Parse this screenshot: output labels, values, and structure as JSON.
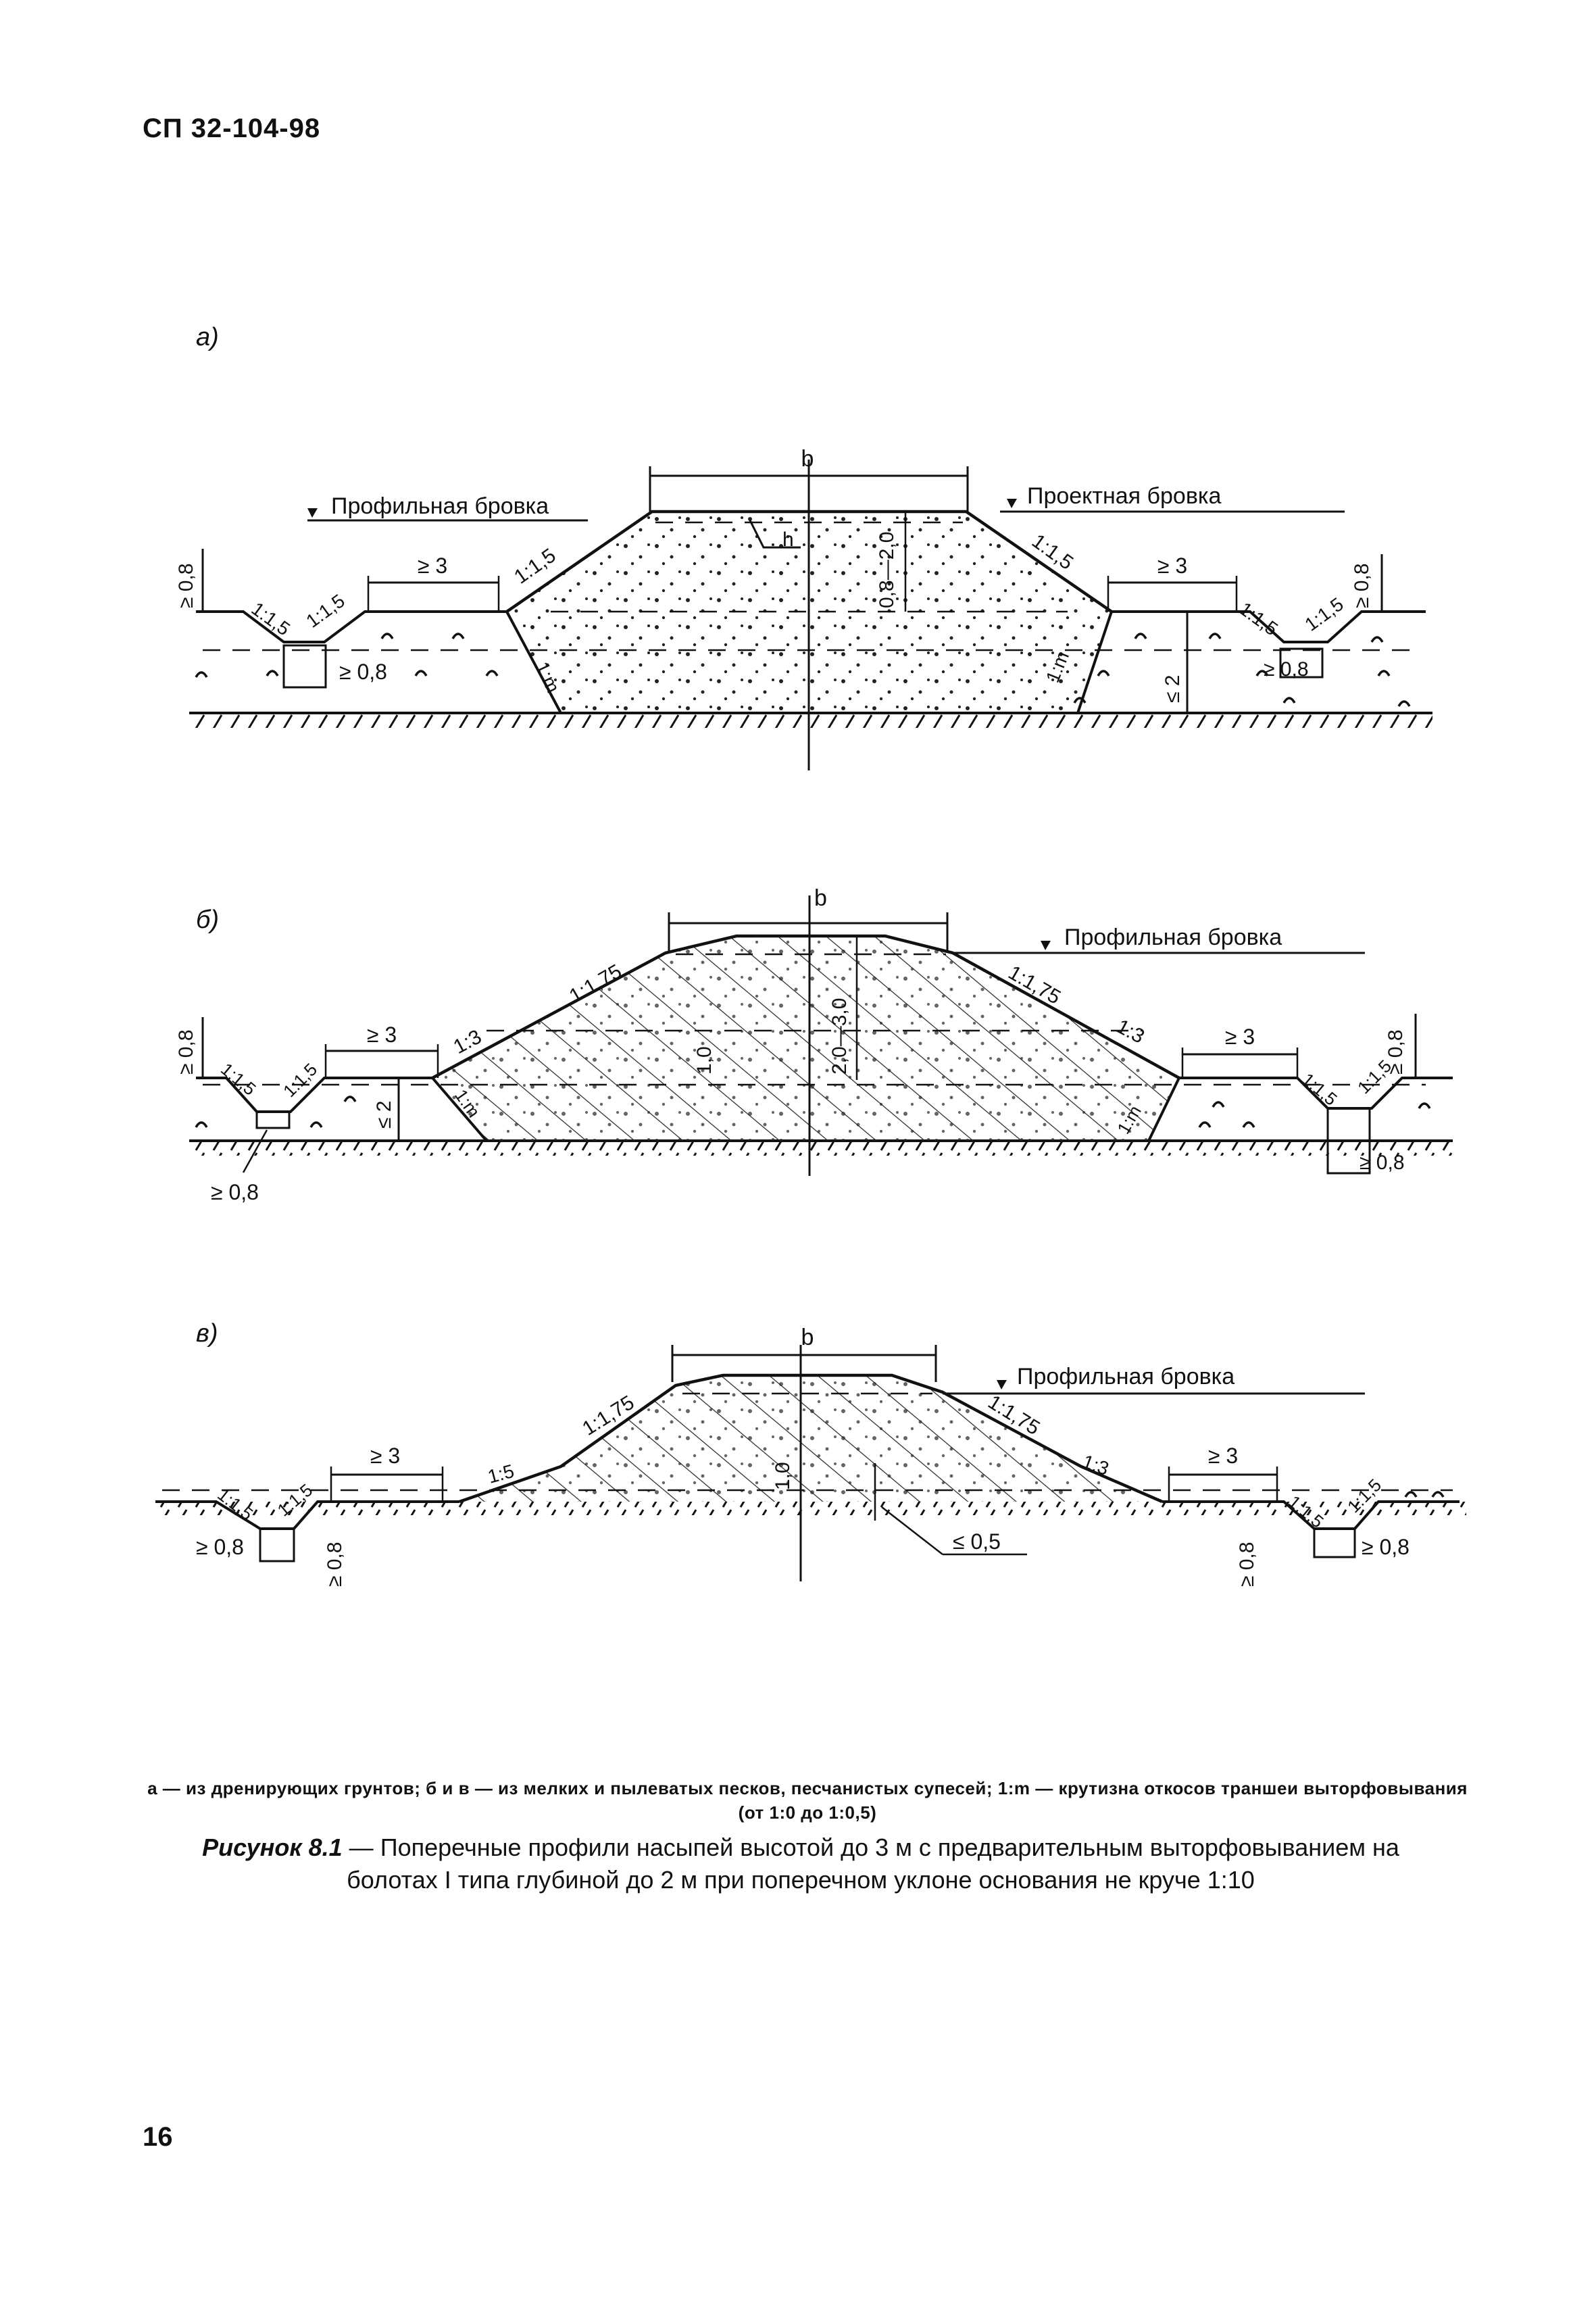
{
  "header": {
    "doc_code": "СП 32-104-98"
  },
  "panels": {
    "a": {
      "label": "а)",
      "labels": {
        "b": "b",
        "left_edge": "Профильная бровка",
        "right_edge": "Проектная бровка",
        "h": "h",
        "range_depth": "0,8—2,0",
        "berm_left": "≥ 3",
        "berm_right": "≥ 3",
        "slope_left_embankment": "1:1,5",
        "slope_right_embankment": "1:1,5",
        "slope_left_ditch_outer": "1:1,5",
        "slope_left_ditch_inner": "1:1,5",
        "slope_right_ditch_inner": "1:1,5",
        "slope_right_ditch_outer": "1:1,5",
        "trench_left": "1:m",
        "trench_right": "1:m",
        "depth_left": "≥ 0,8",
        "depth_right": "≥ 0,8",
        "ditch_bottom_left": "≥ 0,8",
        "ditch_bottom_right": "≥ 0,8",
        "bog_depth": "≤ 2"
      }
    },
    "b": {
      "label": "б)",
      "labels": {
        "b": "b",
        "edge": "Профильная бровка",
        "range": "2,0—3,0",
        "one": "1,0",
        "berm_left": "≥ 3",
        "berm_right": "≥ 3",
        "slope_175_left": "1:1,75",
        "slope_175_right": "1:1,75",
        "slope_3_left": "1:3",
        "slope_3_right": "1:3",
        "slope_ditch_left_outer": "1:1,5",
        "slope_ditch_left_inner": "1:1,5",
        "slope_ditch_right_inner": "1:1,5",
        "slope_ditch_right_outer": "1:1,5",
        "trench_left": "1:m",
        "trench_right": "1:m",
        "depth_left": "≥ 0,8",
        "depth_right": "≥ 0,8",
        "bog_depth": "≤ 2",
        "ditch_bottom_left": "≥ 0,8",
        "ditch_bottom_right": "≥ 0,8"
      }
    },
    "c": {
      "label": "в)",
      "labels": {
        "b": "b",
        "edge": "Профильная бровка",
        "one": "1,0",
        "berm_left": "≥ 3",
        "berm_right": "≥ 3",
        "slope_175_left": "1:1,75",
        "slope_175_right": "1:1,75",
        "slope_5_left": "1:5",
        "slope_3_right": "1:3",
        "slope_ditch_left_outer": "1:1,5",
        "slope_ditch_left_inner": "1:1,5",
        "slope_ditch_right_inner": "1:1,5",
        "slope_ditch_right_outer": "1:1,5",
        "le05": "≤ 0,5",
        "ditch_bottom_left": "≥ 0,8",
        "ditch_bottom_right": "≥ 0,8",
        "depth_left": "≥ 0,8",
        "depth_right": "≥ 0,8"
      }
    }
  },
  "caption": {
    "note": "а — из дренирующих грунтов; б и в — из мелких и пылеватых песков, песчанистых супесей; 1:m — крутизна откосов траншеи выторфовывания (от 1:0 до 1:0,5)",
    "figure_label": "Рисунок 8.1",
    "figure_dash": " — ",
    "figure_text": "Поперечные профили насыпей высотой до 3 м с предварительным выторфовыванием на болотах I типа глубиной до 2 м при поперечном уклоне основания не круче 1:10"
  },
  "page_number": "16"
}
